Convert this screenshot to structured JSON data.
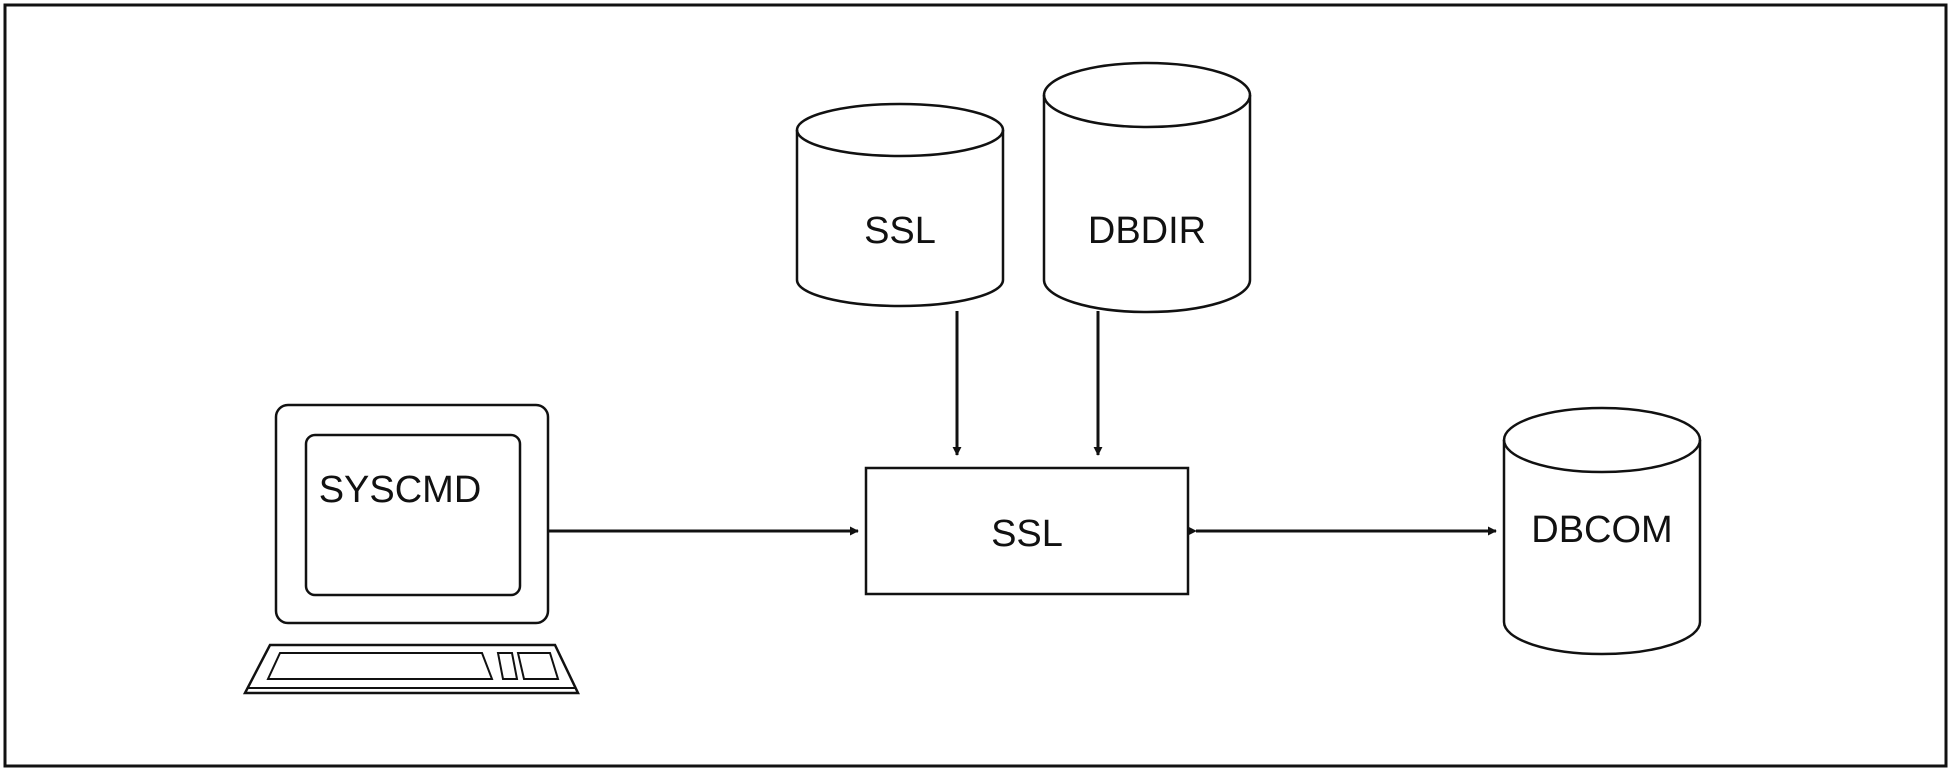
{
  "nodes": {
    "ssl_disk": {
      "label": "SSL"
    },
    "dbdir_disk": {
      "label": "DBDIR"
    },
    "terminal": {
      "label": "SYSCMD"
    },
    "ssl_program": {
      "label": "SSL"
    },
    "dbcom_disk": {
      "label": "DBCOM"
    }
  },
  "colors": {
    "line": "#111111",
    "background": "#ffffff"
  }
}
